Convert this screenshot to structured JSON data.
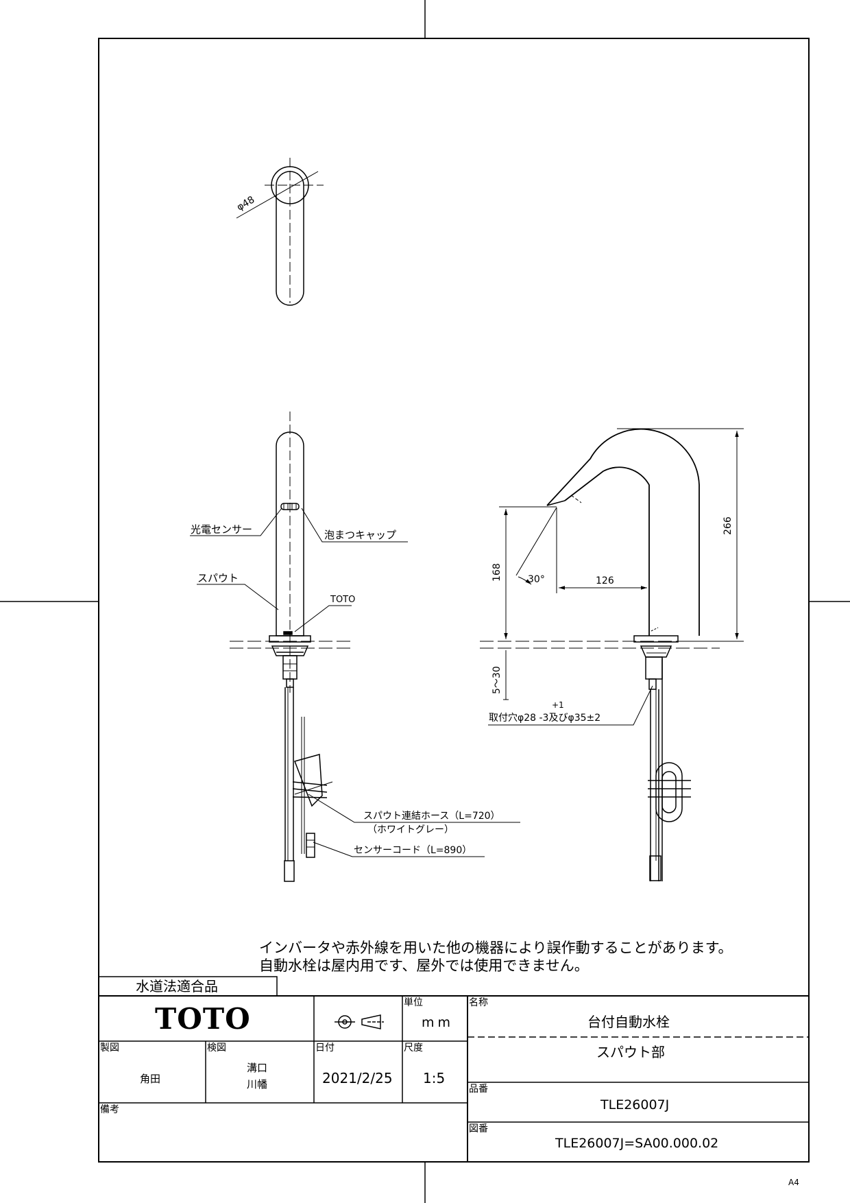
{
  "drawing": {
    "top_view": {
      "diameter_label": "φ48"
    },
    "front_view": {
      "photo_sensor": "光電センサー",
      "aerator_cap": "泡まつキャップ",
      "spout": "スパウト",
      "brand_mark": "TOTO",
      "hose_label": "スパウト連結ホース（L=720）",
      "hose_color": "（ホワイトグレー）",
      "sensor_cord": "センサーコード（L=890）"
    },
    "side_view": {
      "height_total": "266",
      "height_outlet": "168",
      "reach": "126",
      "angle": "30°",
      "deck_thickness": "5～30",
      "hole_tolerance_plus": "+1",
      "mounting_hole": "取付穴φ28 -3及びφ35±2"
    }
  },
  "notes": [
    "インバータや赤外線を用いた他の機器により誤作動することがあります。",
    "自動水栓は屋内用です、屋外では使用できません。"
  ],
  "title_block": {
    "certification": "水道法適合品",
    "logo": "TOTO",
    "unit_label": "単位",
    "unit_value": "mm",
    "name_label": "名称",
    "name_value": "台付自動水栓",
    "subname_value": "スパウト部",
    "drawn_label": "製図",
    "drawn_value": "角田",
    "checked_label": "検図",
    "checked_value_1": "溝口",
    "checked_value_2": "川幡",
    "date_label": "日付",
    "date_value": "2021/2/25",
    "scale_label": "尺度",
    "scale_value": "1:5",
    "product_no_label": "品番",
    "product_no_value": "TLE26007J",
    "remarks_label": "備考",
    "drawing_no_label": "図番",
    "drawing_no_value": "TLE26007J=SA00.000.02"
  },
  "paper_size": "A4"
}
